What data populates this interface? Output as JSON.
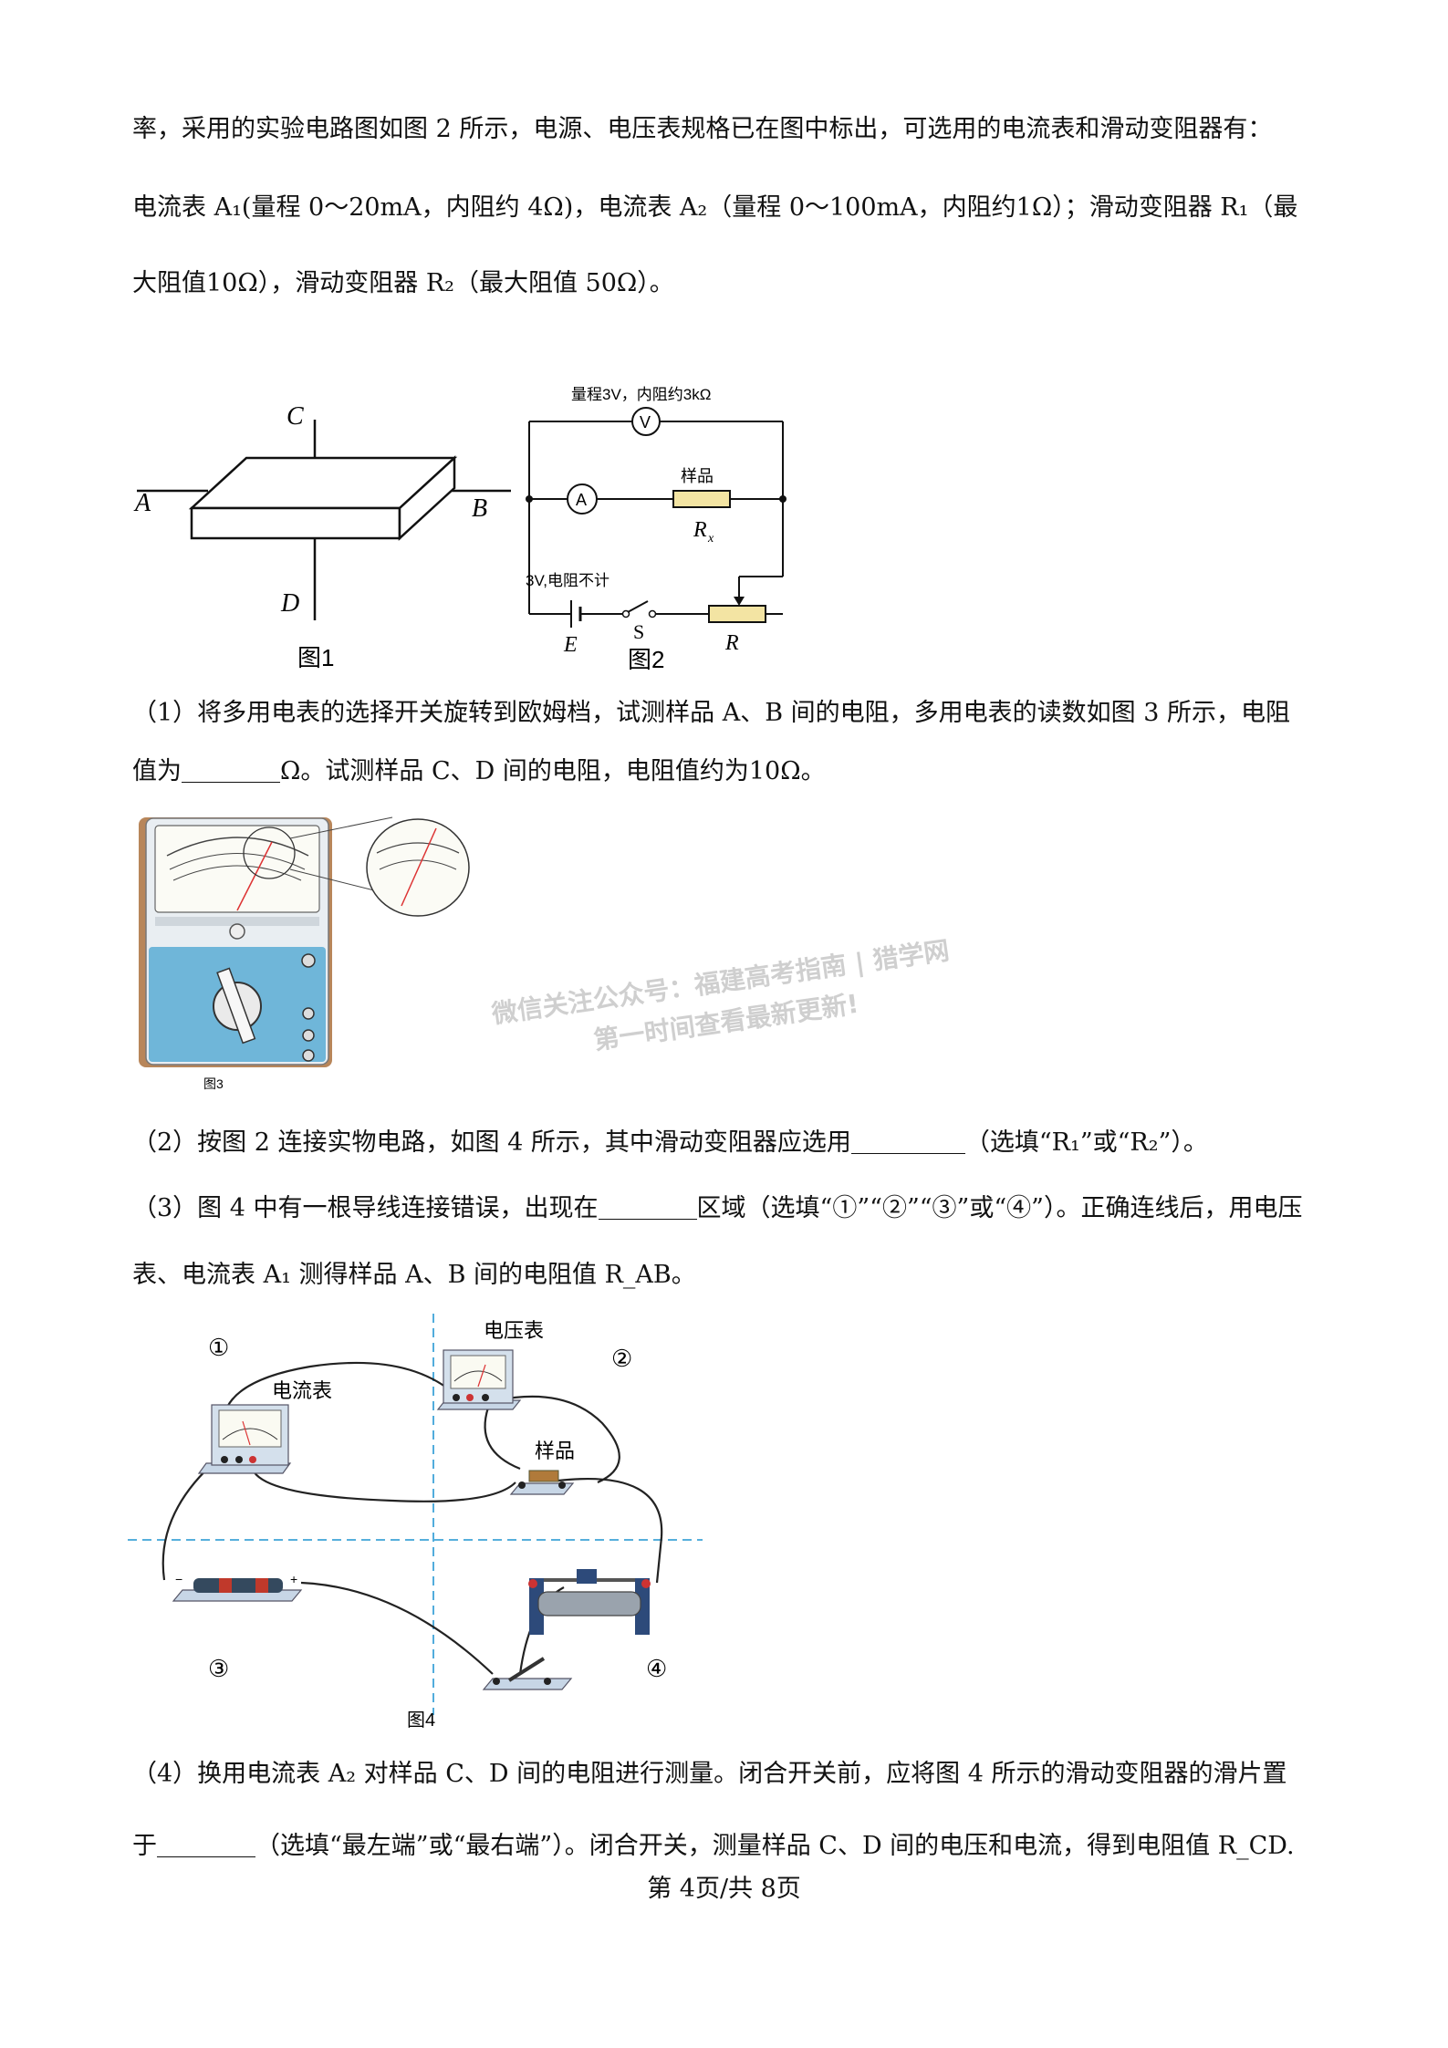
{
  "intro": {
    "line1": "率，采用的实验电路图如图 2 所示，电源、电压表规格已在图中标出，可选用的电流表和滑动变阻器有：",
    "line2": "电流表 A₁(量程 0～20mA，内阻约 4Ω)，电流表 A₂（量程 0～100mA，内阻约1Ω）；滑动变阻器 R₁（最",
    "line3": "大阻值10Ω），滑动变阻器 R₂（最大阻值 50Ω）。"
  },
  "fig1": {
    "C": "C",
    "A": "A",
    "B": "B",
    "D": "D",
    "caption": "图1"
  },
  "fig2": {
    "voltmeter_spec": "量程3V，内阻约3kΩ",
    "V": "V",
    "A": "A",
    "sample_label": "样品",
    "Rx": "R",
    "Rx_sub": "x",
    "source_spec": "3V,电阻不计",
    "E": "E",
    "S": "S",
    "R": "R",
    "caption": "图2"
  },
  "q1": {
    "line1": "（1）将多用电表的选择开关旋转到欧姆档，试测样品 A、B 间的电阻，多用电表的读数如图 3 所示，电阻",
    "line2_a": "值为",
    "line2_b": "Ω。试测样品 C、D 间的电阻，电阻值约为10Ω。"
  },
  "fig3": {
    "caption": "图3"
  },
  "q2": {
    "text_a": "（2）按图 2 连接实物电路，如图 4 所示，其中滑动变阻器应选用",
    "text_b": "（选填“R₁”或“R₂”）。"
  },
  "q3": {
    "line1_a": "（3）图 4 中有一根导线连接错误，出现在",
    "line1_b": "区域（选填“①”“②”“③”或“④”）。正确连线后，用电压",
    "line2": "表、电流表 A₁ 测得样品 A、B 间的电阻值 R_AB。"
  },
  "fig4": {
    "zone1": "①",
    "zone2": "②",
    "zone3": "③",
    "zone4": "④",
    "voltmeter_label": "电压表",
    "ammeter_label": "电流表",
    "sample_label": "样品",
    "caption": "图4"
  },
  "q4": {
    "line1": "（4）换用电流表 A₂ 对样品 C、D 间的电阻进行测量。闭合开关前，应将图 4 所示的滑动变阻器的滑片置",
    "line2_a": "于",
    "line2_b": "（选填“最左端”或“最右端”）。闭合开关，测量样品 C、D 间的电压和电流，得到电阻值 R_CD."
  },
  "watermark": {
    "line1": "微信关注公众号：福建高考指南 | 猎学网",
    "line2": "第一时间查看最新更新!"
  },
  "footer": "第 4页/共 8页",
  "colors": {
    "text": "#111111",
    "meter_blue": "#6fb6d9",
    "wood": "#b8865a",
    "dash_blue": "#3fa4d8"
  }
}
